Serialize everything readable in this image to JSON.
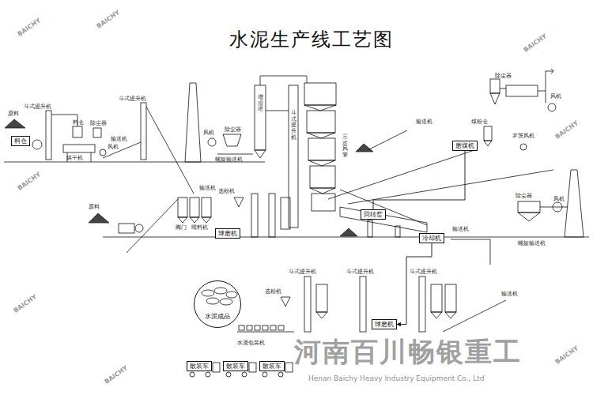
{
  "diagram": {
    "title": "水泥生产线工艺图",
    "nodes": [
      {
        "text": [
          "料仓"
        ]
      },
      {
        "text": [
          "球磨机"
        ]
      },
      {
        "text": [
          "回转窑"
        ]
      },
      {
        "text": [
          "冷却机"
        ]
      },
      {
        "text": [
          "磨煤机"
        ]
      },
      {
        "text": [
          "球磨机"
        ]
      },
      {
        "text": [
          "水泥成品"
        ]
      },
      {
        "text": [
          "散装车"
        ]
      },
      {
        "text": [
          "散装车"
        ]
      },
      {
        "text": [
          "散装车"
        ]
      }
    ],
    "edges": [
      {
        "from": 4,
        "to": 2,
        "arrow": "none"
      },
      {
        "from": 3,
        "to": 5,
        "arrow": "to"
      }
    ],
    "labels": [
      "原料",
      "斗式提升机",
      "料仓",
      "除尘器",
      "烘干机",
      "风机",
      "斗式提升机",
      "输送机",
      "风机",
      "除尘器",
      "螺旋输送机",
      "增湿塔",
      "斗式提升机",
      "三次风管",
      "除尘器",
      "风机",
      "煤粉仓",
      "罗茨风机",
      "输送机",
      "原料",
      "输送机",
      "阀门",
      "喂料机",
      "选粉机",
      "除尘器",
      "风机",
      "螺旋输送机",
      "输送机",
      "斗式提升机",
      "斗式提升机",
      "斗式提升机",
      "选粉机",
      "水泥包装机",
      "输送机",
      "BAICHY",
      "BAICHY",
      "BAICHY",
      "BAICHY",
      "BAICHY",
      "BAICHY",
      "BAICHY",
      "BAICHY",
      "河南百川畅银重工",
      "Henan Baichy Heavy Industry Equipment Co., Ltd"
    ]
  }
}
